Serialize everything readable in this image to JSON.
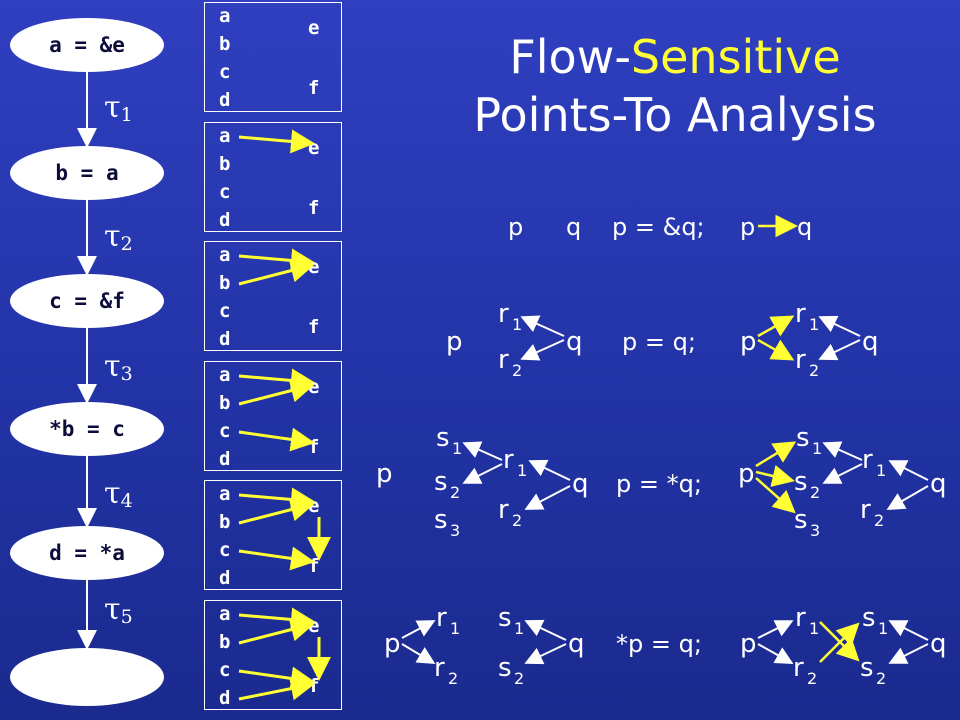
{
  "title": {
    "part1": "Flow-",
    "highlight": "Sensitive",
    "line2": "Points-To Analysis"
  },
  "flow": {
    "statements": [
      "a = &e",
      "b = a",
      "c = &f",
      "*b = c",
      "d = *a",
      ""
    ],
    "transitions": [
      {
        "base": "τ",
        "sub": "1"
      },
      {
        "base": "τ",
        "sub": "2"
      },
      {
        "base": "τ",
        "sub": "3"
      },
      {
        "base": "τ",
        "sub": "4"
      },
      {
        "base": "τ",
        "sub": "5"
      }
    ]
  },
  "boxes": {
    "left_labels": [
      "a",
      "b",
      "c",
      "d"
    ],
    "right_labels": [
      "e",
      "f"
    ],
    "edges": [
      [],
      [
        [
          "a",
          "e"
        ]
      ],
      [
        [
          "a",
          "e"
        ],
        [
          "b",
          "e"
        ]
      ],
      [
        [
          "a",
          "e"
        ],
        [
          "b",
          "e"
        ],
        [
          "c",
          "f"
        ]
      ],
      [
        [
          "a",
          "e"
        ],
        [
          "b",
          "e"
        ],
        [
          "c",
          "f"
        ],
        [
          "e",
          "f"
        ]
      ],
      [
        [
          "a",
          "e"
        ],
        [
          "b",
          "e"
        ],
        [
          "c",
          "f"
        ],
        [
          "e",
          "f"
        ],
        [
          "d",
          "f"
        ]
      ]
    ],
    "edge_color": "#ffff33"
  },
  "rules": {
    "row1": {
      "statement": "p = &q;",
      "before": [
        "p",
        "q"
      ],
      "after": [
        "p",
        "q"
      ]
    },
    "row2": {
      "statement": "p = q;",
      "labels": [
        "p",
        "q",
        "r1",
        "r2"
      ]
    },
    "row3": {
      "statement": "p = *q;",
      "labels": [
        "p",
        "q",
        "r1",
        "r2",
        "s1",
        "s2",
        "s3"
      ]
    },
    "row4": {
      "statement": "*p = q;",
      "labels": [
        "p",
        "q",
        "r1",
        "r2",
        "s1",
        "s2"
      ]
    }
  },
  "colors": {
    "background": "#2a38b8",
    "highlight": "#ffff33",
    "foreground": "#ffffff",
    "new_edge": "#ffff33",
    "old_edge": "#ffffff"
  }
}
